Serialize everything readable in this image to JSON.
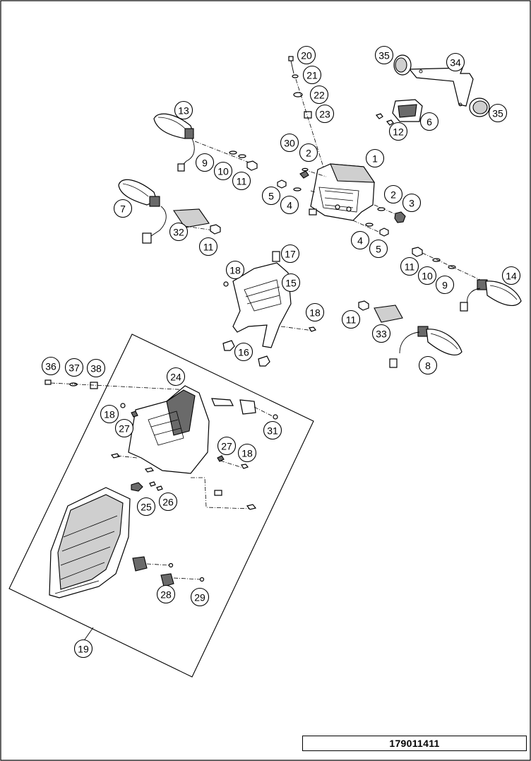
{
  "drawing_number": "179011411",
  "callouts": [
    {
      "id": "c-20",
      "label": "20"
    },
    {
      "id": "c-21",
      "label": "21"
    },
    {
      "id": "c-22",
      "label": "22"
    },
    {
      "id": "c-23",
      "label": "23"
    },
    {
      "id": "c-35a",
      "label": "35"
    },
    {
      "id": "c-34",
      "label": "34"
    },
    {
      "id": "c-35b",
      "label": "35"
    },
    {
      "id": "c-6",
      "label": "6"
    },
    {
      "id": "c-12",
      "label": "12"
    },
    {
      "id": "c-13",
      "label": "13"
    },
    {
      "id": "c-9a",
      "label": "9"
    },
    {
      "id": "c-10a",
      "label": "10"
    },
    {
      "id": "c-11a",
      "label": "11"
    },
    {
      "id": "c-30",
      "label": "30"
    },
    {
      "id": "c-2a",
      "label": "2"
    },
    {
      "id": "c-1",
      "label": "1"
    },
    {
      "id": "c-5a",
      "label": "5"
    },
    {
      "id": "c-4a",
      "label": "4"
    },
    {
      "id": "c-2b",
      "label": "2"
    },
    {
      "id": "c-3",
      "label": "3"
    },
    {
      "id": "c-7",
      "label": "7"
    },
    {
      "id": "c-32",
      "label": "32"
    },
    {
      "id": "c-11b",
      "label": "11"
    },
    {
      "id": "c-4b",
      "label": "4"
    },
    {
      "id": "c-5b",
      "label": "5"
    },
    {
      "id": "c-17",
      "label": "17"
    },
    {
      "id": "c-18a",
      "label": "18"
    },
    {
      "id": "c-15",
      "label": "15"
    },
    {
      "id": "c-11c",
      "label": "11"
    },
    {
      "id": "c-10b",
      "label": "10"
    },
    {
      "id": "c-9b",
      "label": "9"
    },
    {
      "id": "c-14",
      "label": "14"
    },
    {
      "id": "c-18b",
      "label": "18"
    },
    {
      "id": "c-11d",
      "label": "11"
    },
    {
      "id": "c-33",
      "label": "33"
    },
    {
      "id": "c-16",
      "label": "16"
    },
    {
      "id": "c-8",
      "label": "8"
    },
    {
      "id": "c-36",
      "label": "36"
    },
    {
      "id": "c-37",
      "label": "37"
    },
    {
      "id": "c-38",
      "label": "38"
    },
    {
      "id": "c-24",
      "label": "24"
    },
    {
      "id": "c-18c",
      "label": "18"
    },
    {
      "id": "c-27a",
      "label": "27"
    },
    {
      "id": "c-31",
      "label": "31"
    },
    {
      "id": "c-27b",
      "label": "27"
    },
    {
      "id": "c-18d",
      "label": "18"
    },
    {
      "id": "c-25",
      "label": "25"
    },
    {
      "id": "c-26",
      "label": "26"
    },
    {
      "id": "c-28",
      "label": "28"
    },
    {
      "id": "c-29",
      "label": "29"
    },
    {
      "id": "c-19",
      "label": "19"
    }
  ]
}
